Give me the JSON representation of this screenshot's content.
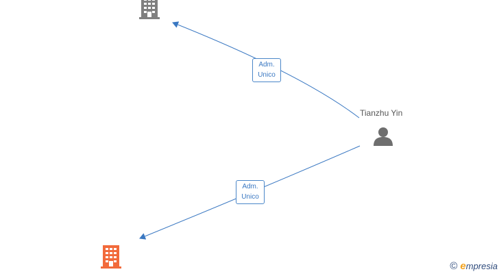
{
  "nodes": {
    "company_top": {
      "icon": "building-icon",
      "color": "#808080"
    },
    "person": {
      "name": "Tianzhu Yin",
      "icon": "person-icon",
      "color": "#6e6e6e"
    },
    "company_bottom": {
      "name": "",
      "icon": "building-icon",
      "color": "#f26a3b"
    }
  },
  "edges": [
    {
      "line1": "Adm.",
      "line2": "Unico",
      "color": "#3a78c2"
    },
    {
      "line1": "Adm.",
      "line2": "Unico",
      "color": "#3a78c2"
    }
  ],
  "footer": {
    "copyright_symbol": "©",
    "brand_initial": "e",
    "brand_rest": "mpresia"
  }
}
